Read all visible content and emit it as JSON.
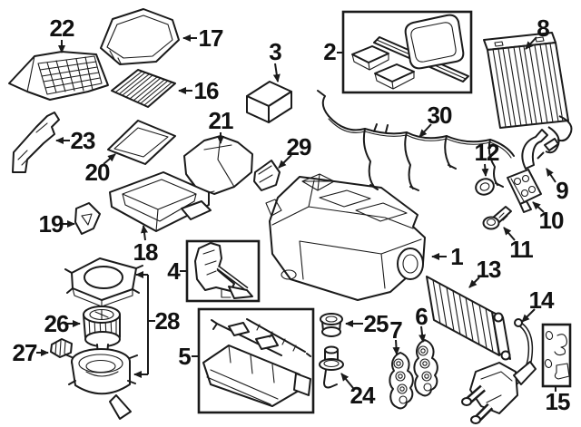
{
  "diagram": {
    "kind": "exploded-parts-diagram",
    "subject": "HVAC heater and evaporator components",
    "colors": {
      "background": "#ffffff",
      "line": "#1a1a1a",
      "kit_box_fill": "#ffffff",
      "clip_kit_box_fill": "#e9e9e9"
    },
    "callouts": [
      {
        "label": "1",
        "part": "heater-box-housing"
      },
      {
        "label": "2",
        "part": "seal-kit-box"
      },
      {
        "label": "3",
        "part": "foam-block"
      },
      {
        "label": "4",
        "part": "actuator-kit-box"
      },
      {
        "label": "5",
        "part": "control-rod-assembly-box"
      },
      {
        "label": "6",
        "part": "pipe-flange-gasket"
      },
      {
        "label": "7",
        "part": "pipe-flange-gasket"
      },
      {
        "label": "8",
        "part": "evaporator-core"
      },
      {
        "label": "9",
        "part": "retaining-clip"
      },
      {
        "label": "10",
        "part": "expansion-valve"
      },
      {
        "label": "11",
        "part": "bolt"
      },
      {
        "label": "12",
        "part": "o-ring"
      },
      {
        "label": "13",
        "part": "heater-core"
      },
      {
        "label": "14",
        "part": "coolant-pipe-assembly"
      },
      {
        "label": "15",
        "part": "clip-kit-box"
      },
      {
        "label": "16",
        "part": "cabin-air-filter"
      },
      {
        "label": "17",
        "part": "filter-housing-cover"
      },
      {
        "label": "18",
        "part": "filter-housing-tray"
      },
      {
        "label": "19",
        "part": "mounting-bracket"
      },
      {
        "label": "20",
        "part": "filter-frame"
      },
      {
        "label": "21",
        "part": "air-intake-duct"
      },
      {
        "label": "22",
        "part": "cowl-grille-panel"
      },
      {
        "label": "23",
        "part": "side-trim-panel"
      },
      {
        "label": "24",
        "part": "drain-valve"
      },
      {
        "label": "25",
        "part": "grommet"
      },
      {
        "label": "26",
        "part": "blower-motor"
      },
      {
        "label": "27",
        "part": "retaining-clip-small"
      },
      {
        "label": "28",
        "part": "blower-housing-set"
      },
      {
        "label": "29",
        "part": "duct-piece"
      },
      {
        "label": "30",
        "part": "wiring-harness"
      }
    ]
  }
}
